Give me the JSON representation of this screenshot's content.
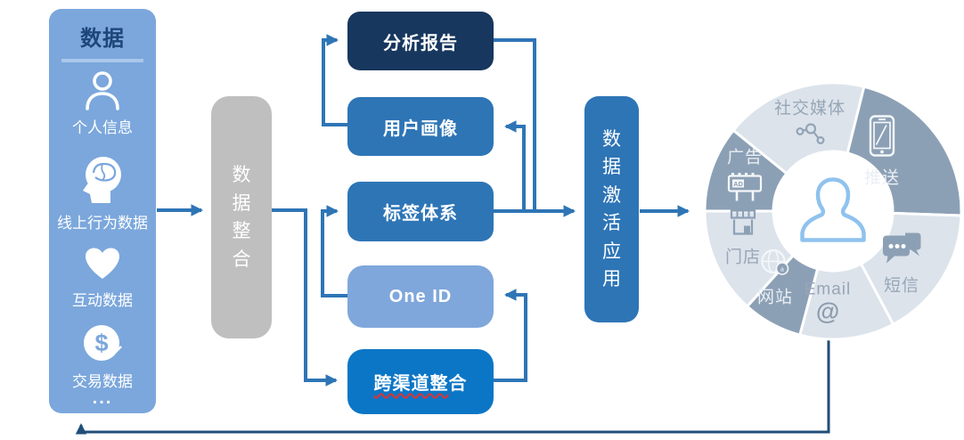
{
  "colors": {
    "panel_bg": "#7BA7DC",
    "panel_title": "#1F4679",
    "panel_divider": "#A9C7EB",
    "gray_box": "#BFBFBF",
    "navy": "#17375E",
    "blue": "#2E75B6",
    "light_blue": "#7FA7DB",
    "bright_blue": "#0B76C6",
    "arrow": "#2E75B6",
    "feedback_arrow": "#1F4E79",
    "ring_light": "#DCE3EB",
    "ring_dark": "#8CA0B5",
    "ring_text_light": "#97A6B7",
    "ring_text_dark": "#EAEFF4",
    "center_icon_stroke": "#8FC2EE"
  },
  "panel": {
    "title": "数据",
    "items": [
      {
        "icon": "person-icon",
        "label": "个人信息"
      },
      {
        "icon": "head-profile-icon",
        "label": "线上行为数据"
      },
      {
        "icon": "heart-icon",
        "label": "互动数据"
      },
      {
        "icon": "dollar-coin-icon",
        "label": "交易数据"
      }
    ],
    "more": "..."
  },
  "integration": {
    "label": "数据整合"
  },
  "pipeline": [
    {
      "label": "分析报告"
    },
    {
      "label": "用户画像"
    },
    {
      "label": "标签体系"
    },
    {
      "label": "One ID"
    },
    {
      "label": "跨渠道整合",
      "wavy_part": "跨渠道整",
      "tail_part": "合"
    }
  ],
  "activation": {
    "label": "数据激活应用"
  },
  "ring": {
    "type": "donut",
    "center_icon": "user-silhouette-icon",
    "colors": {
      "light": "#DCE3EB",
      "dark": "#8CA0B5"
    },
    "segments": [
      {
        "label": "社交媒体",
        "icon": "share-network-icon",
        "shade": "light",
        "start_angle": 309,
        "end_angle": 374
      },
      {
        "label": "推送",
        "icon": "smartphone-icon",
        "shade": "dark",
        "start_angle": 14,
        "end_angle": 92
      },
      {
        "label": "短信",
        "icon": "chat-bubbles-icon",
        "shade": "light",
        "start_angle": 92,
        "end_angle": 152
      },
      {
        "label": "Email",
        "icon": "at-sign-icon",
        "shade": "light",
        "start_angle": 152,
        "end_angle": 195
      },
      {
        "label": "网站",
        "icon": "globe-icon",
        "shade": "dark",
        "start_angle": 195,
        "end_angle": 222
      },
      {
        "label": "门店",
        "icon": "storefront-icon",
        "shade": "light",
        "start_angle": 222,
        "end_angle": 270
      },
      {
        "label": "广告",
        "icon": "billboard-icon",
        "shade": "dark",
        "start_angle": 270,
        "end_angle": 309
      }
    ]
  }
}
